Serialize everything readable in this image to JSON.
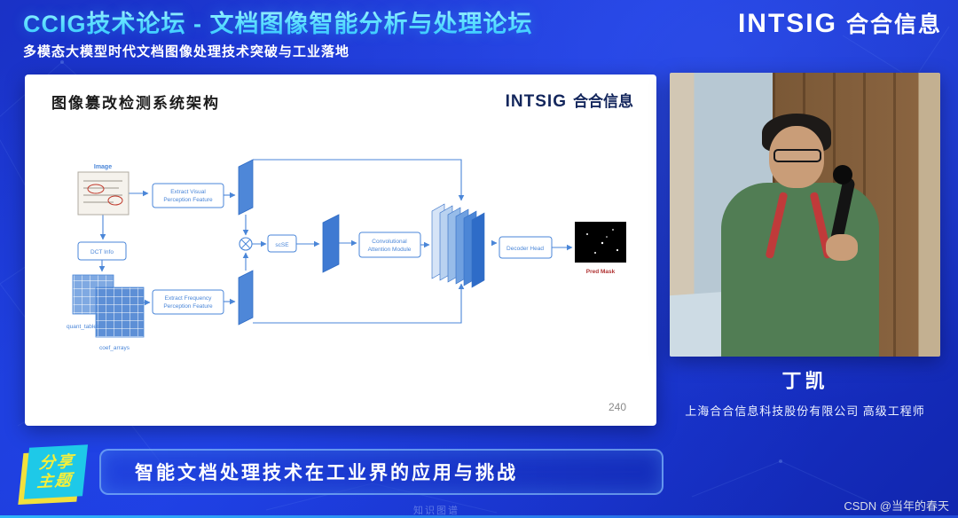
{
  "header": {
    "title": "CCIG技术论坛 - 文档图像智能分析与处理论坛",
    "subtitle": "多模态大模型时代文档图像处理技术突破与工业落地"
  },
  "logo": {
    "latin": "INTSIG",
    "cn": "合合信息"
  },
  "slide": {
    "title": "图像篡改检测系统架构",
    "page_number": "240"
  },
  "diagram": {
    "image_label": "Image",
    "dct_info": "DCT Info",
    "quant_tables": "quant_tables",
    "coef_arrays": "coef_arrays",
    "extract_visual_line1": "Extract Visual",
    "extract_visual_line2": "Perception Feature",
    "extract_freq_line1": "Extract Frequency",
    "extract_freq_line2": "Perception Feature",
    "scse": "scSE",
    "cam_line1": "Convolutional",
    "cam_line2": "Attention Module",
    "decoder_head": "Decoder Head",
    "pred_mask": "Pred Mask"
  },
  "speaker": {
    "name": "丁凯",
    "affiliation": "上海合合信息科技股份有限公司 高级工程师"
  },
  "footer": {
    "badge_line1": "分享",
    "badge_line2": "主题",
    "topic": "智能文档处理技术在工业界的应用与挑战",
    "background_label": "知识图谱"
  },
  "watermark": "CSDN @当年的春天",
  "colors": {
    "stage_blue": "#1c35cf",
    "accent_cyan": "#45e6ff",
    "diagram_blue": "#4a86d8",
    "badge_cyan": "#1ec9e8",
    "badge_yellow": "#f2e03c",
    "slide_bg": "#ffffff",
    "pred_mask_red": "#b03232"
  }
}
